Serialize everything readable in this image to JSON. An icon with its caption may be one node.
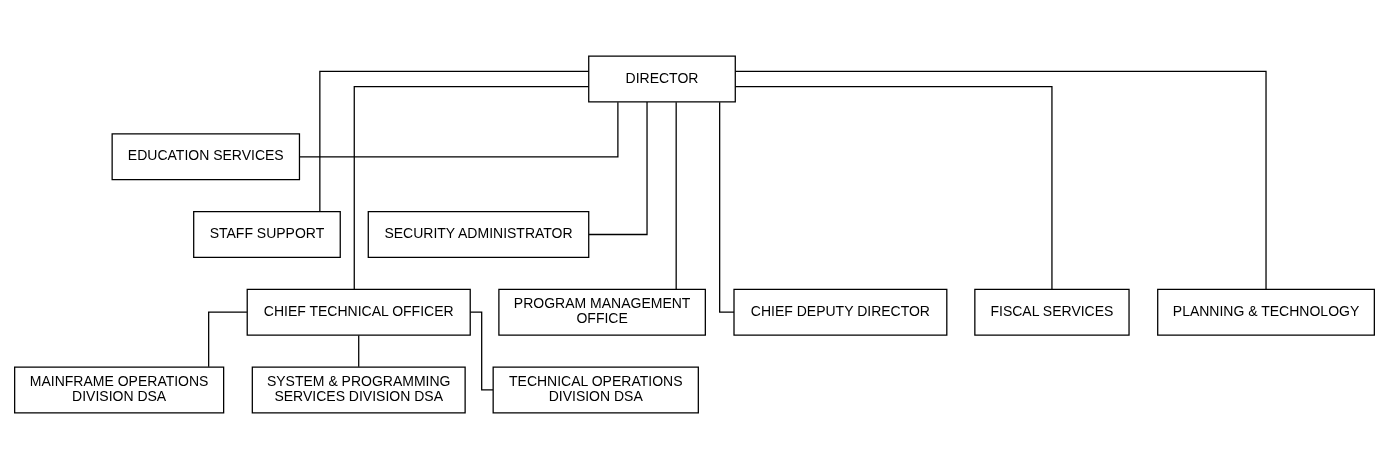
{
  "diagram": {
    "nodes": [
      {
        "text": [
          "DIRECTOR"
        ]
      },
      {
        "text": [
          "EDUCATION SERVICES"
        ]
      },
      {
        "text": [
          "STAFF SUPPORT"
        ]
      },
      {
        "text": [
          "SECURITY ADMINISTRATOR"
        ]
      },
      {
        "text": [
          "CHIEF TECHNICAL OFFICER"
        ]
      },
      {
        "text": [
          "PROGRAM MANAGEMENT OFFICE"
        ]
      },
      {
        "text": [
          "CHIEF DEPUTY DIRECTOR"
        ]
      },
      {
        "text": [
          "FISCAL SERVICES"
        ]
      },
      {
        "text": [
          "PLANNING & TECHNOLOGY"
        ]
      },
      {
        "text": [
          "MAINFRAME OPERATIONS DIVISION DSA"
        ]
      },
      {
        "text": [
          "SYSTEM & PROGRAMMING SERVICES DIVISION DSA"
        ]
      },
      {
        "text": [
          "TECHNICAL OPERATIONS DIVISION DSA"
        ]
      }
    ],
    "edges": [
      {
        "from": 0,
        "to": 1,
        "arrow": "none"
      },
      {
        "from": 0,
        "to": 2,
        "arrow": "none"
      },
      {
        "from": 0,
        "to": 3,
        "arrow": "none"
      },
      {
        "from": 0,
        "to": 4,
        "arrow": "none"
      },
      {
        "from": 0,
        "to": 5,
        "arrow": "none"
      },
      {
        "from": 0,
        "to": 6,
        "arrow": "none"
      },
      {
        "from": 0,
        "to": 7,
        "arrow": "none"
      },
      {
        "from": 0,
        "to": 8,
        "arrow": "none"
      },
      {
        "from": 4,
        "to": 9,
        "arrow": "none"
      },
      {
        "from": 4,
        "to": 10,
        "arrow": "none"
      },
      {
        "from": 4,
        "to": 11,
        "arrow": "none"
      }
    ]
  }
}
